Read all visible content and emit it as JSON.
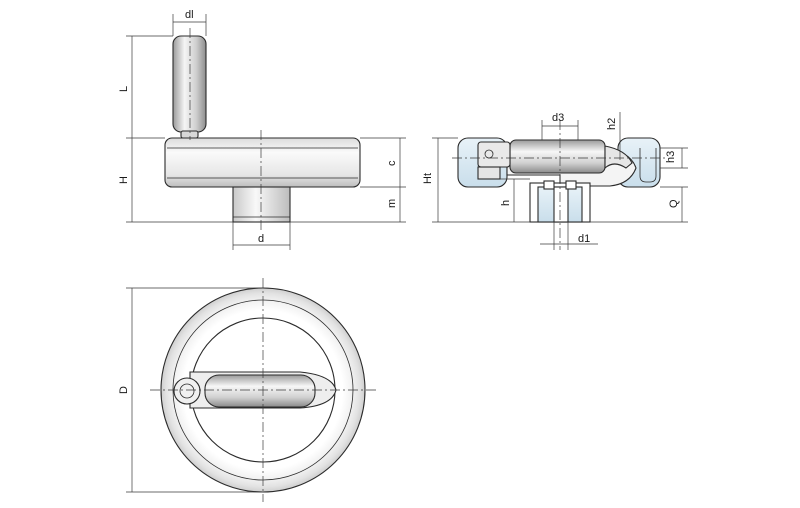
{
  "labels": {
    "dl": "dl",
    "L": "L",
    "H": "H",
    "c": "c",
    "m": "m",
    "d": "d",
    "D": "D",
    "d3": "d3",
    "h2": "h2",
    "h3": "h3",
    "Ht": "Ht",
    "h": "h",
    "Q": "Q",
    "d1": "d1"
  },
  "colors": {
    "outline": "#2b2b2b",
    "rim_light": "#f0f0f0",
    "rim_shade": "#c8c8c8",
    "handle_light": "#f7f7f7",
    "handle_dark": "#9a9a9a",
    "insert_blue": "#d9eaf4"
  }
}
